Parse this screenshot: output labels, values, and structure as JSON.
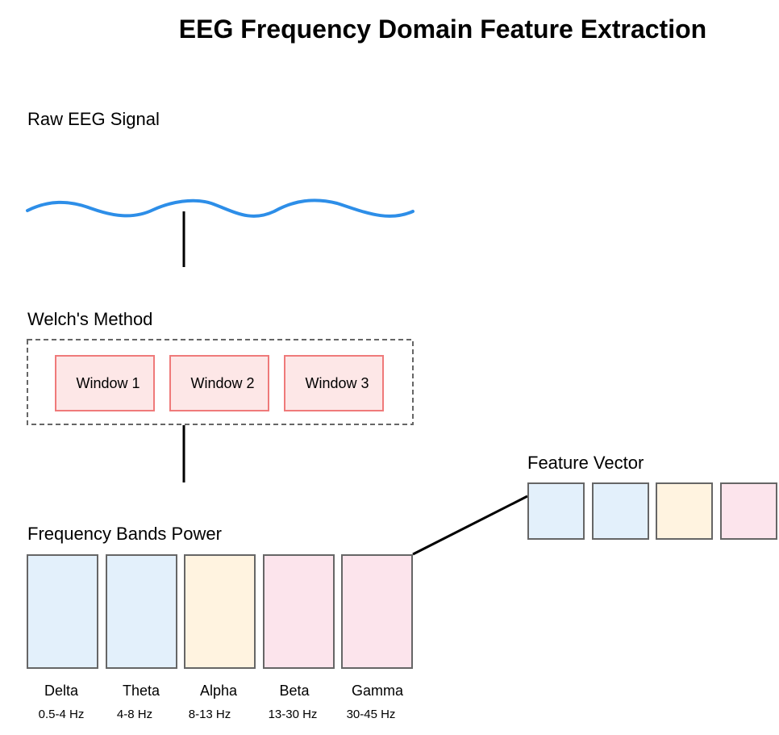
{
  "title": "EEG Frequency Domain Feature Extraction",
  "raw_signal": {
    "label": "Raw EEG Signal",
    "color": "#2d8ee8"
  },
  "welch": {
    "label": "Welch's Method",
    "windows": [
      {
        "label": "Window 1"
      },
      {
        "label": "Window 2"
      },
      {
        "label": "Window 3"
      }
    ]
  },
  "bands": {
    "label": "Frequency Bands Power",
    "items": [
      {
        "name": "Delta",
        "range": "0.5-4 Hz",
        "color": "#e3f0fb"
      },
      {
        "name": "Theta",
        "range": "4-8 Hz",
        "color": "#e3f0fb"
      },
      {
        "name": "Alpha",
        "range": "8-13 Hz",
        "color": "#fff3e0"
      },
      {
        "name": "Beta",
        "range": "13-30 Hz",
        "color": "#fce4ec"
      },
      {
        "name": "Gamma",
        "range": "30-45 Hz",
        "color": "#fce4ec"
      }
    ]
  },
  "feature_vector": {
    "label": "Feature Vector",
    "cells": [
      {
        "color": "#e3f0fb"
      },
      {
        "color": "#e3f0fb"
      },
      {
        "color": "#fff3e0"
      },
      {
        "color": "#fce4ec"
      }
    ]
  }
}
